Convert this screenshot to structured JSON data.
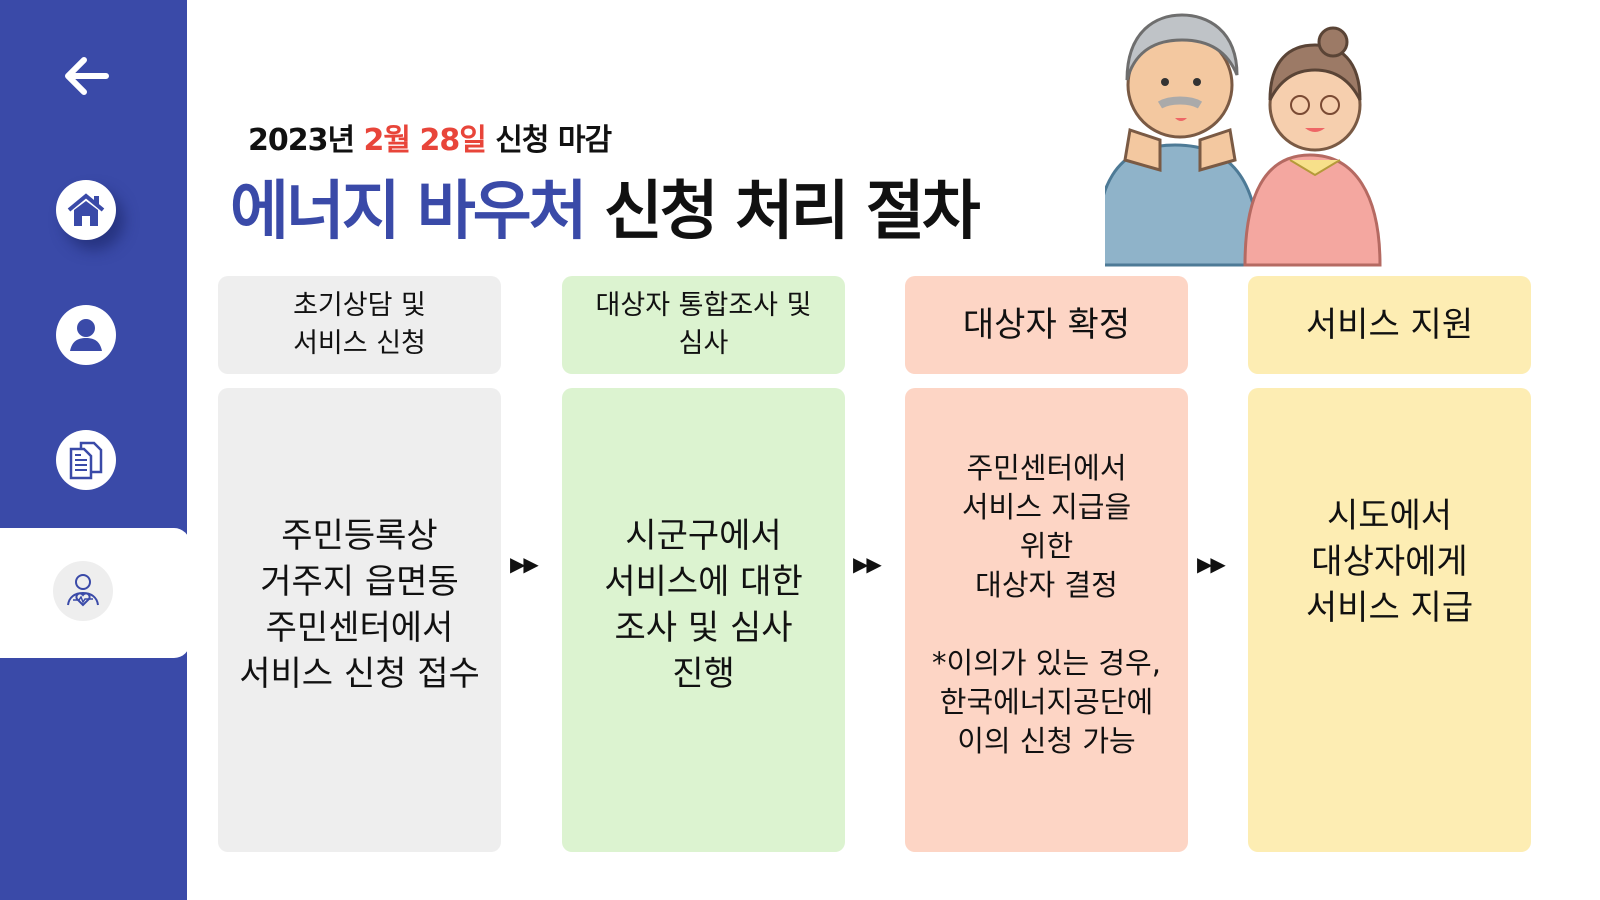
{
  "sidebar": {
    "items": [
      {
        "icon": "back-arrow-icon"
      },
      {
        "icon": "home-icon"
      },
      {
        "icon": "user-icon"
      },
      {
        "icon": "documents-icon"
      },
      {
        "icon": "person-heart-icon",
        "active": true
      }
    ]
  },
  "header": {
    "subtitle_prefix": "2023년 ",
    "subtitle_date": "2월 28일",
    "subtitle_suffix": " 신청 마감",
    "title_highlight": "에너지 바우처",
    "title_rest": " 신청 처리 절차"
  },
  "steps": [
    {
      "head": "초기상담 및\n서비스 신청",
      "body": "주민등록상\n거주지 읍면동\n주민센터에서\n서비스 신청 접수",
      "color": "#eeeeee"
    },
    {
      "head": "대상자 통합조사 및\n심사",
      "body": "시군구에서\n서비스에 대한\n조사 및 심사\n진행",
      "color": "#dcf3d0"
    },
    {
      "head": "대상자 확정",
      "body": "주민센터에서\n서비스 지급을\n위한\n대상자 결정\n\n*이의가 있는 경우,\n한국에너지공단에\n이의 신청 가능",
      "color": "#fdd5c5"
    },
    {
      "head": "서비스 지원",
      "body": "시도에서\n대상자에게\n서비스 지급",
      "color": "#fdedb3"
    }
  ],
  "arrow": "▶▶",
  "colors": {
    "sidebar": "#3a4aa8",
    "accent_red": "#e8453a"
  }
}
